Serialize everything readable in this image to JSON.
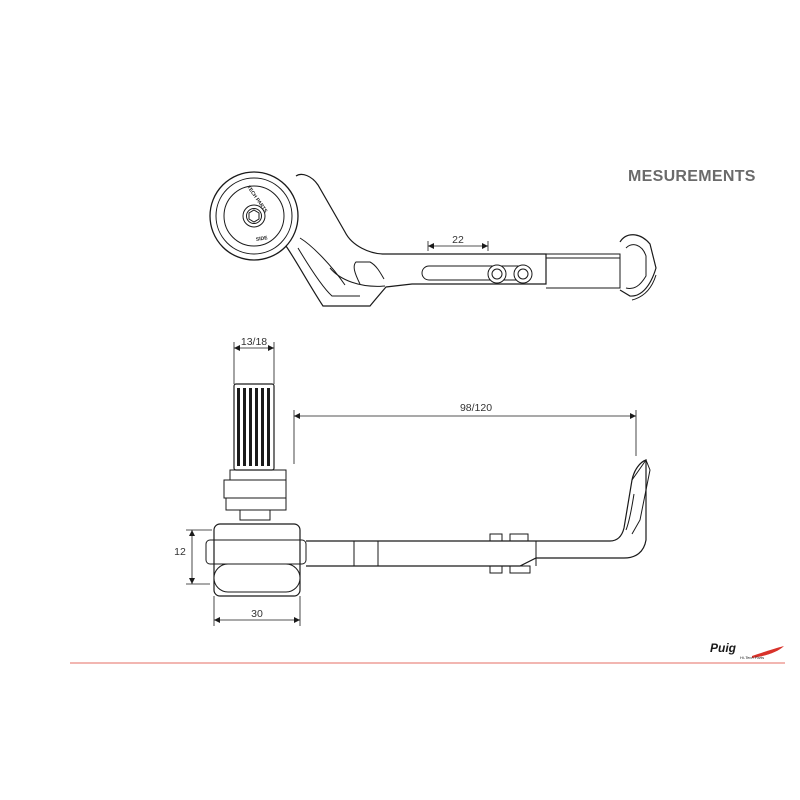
{
  "title": "MESUREMENTS",
  "dimensions": {
    "slot": "22",
    "knob_diameter": "13/18",
    "length": "98/120",
    "thickness": "12",
    "mount_width": "30"
  },
  "engravings": {
    "ring_top": "TECH PARTS",
    "ring_bottom": "SIDE"
  },
  "logo": {
    "brand": "Puig",
    "tagline": "Hi-Tech Parts"
  },
  "colors": {
    "line": "#1a1a1a",
    "footer_line": "#e04a3c",
    "title": "#6a6a6a"
  }
}
